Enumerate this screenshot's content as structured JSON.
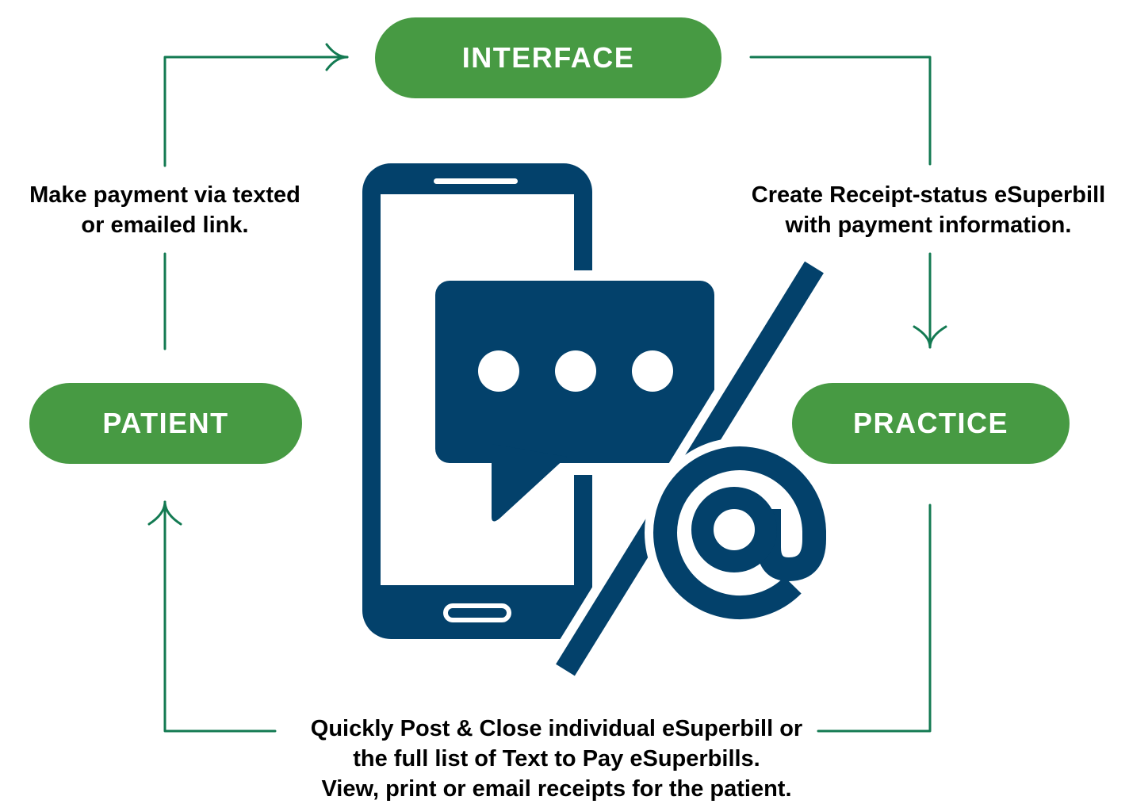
{
  "nodes": {
    "interface": "INTERFACE",
    "patient": "PATIENT",
    "practice": "PRACTICE"
  },
  "edges": {
    "patient_to_interface": [
      "Make payment via texted",
      "or emailed link."
    ],
    "interface_to_practice": [
      "Create Receipt-status eSuperbill",
      "with payment information."
    ],
    "practice_to_patient": [
      "Quickly Post & Close individual eSuperbill or",
      "the full list of Text to Pay eSuperbills.",
      "View, print or email receipts for the patient."
    ]
  },
  "icons": {
    "center": [
      "smartphone-icon",
      "chat-bubble-icon",
      "at-sign-icon"
    ]
  },
  "colors": {
    "node_fill": "#479a43",
    "connector": "#137a52",
    "icon": "#03416b",
    "text": "#000000"
  }
}
